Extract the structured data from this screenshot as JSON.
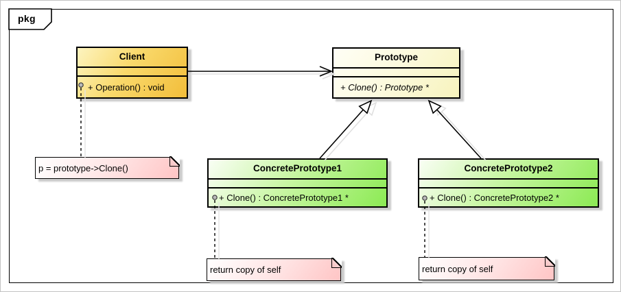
{
  "frame": {
    "label": "pkg"
  },
  "classes": {
    "client": {
      "name": "Client",
      "attributes": [],
      "operations": [
        "+ Operation() : void"
      ]
    },
    "prototype": {
      "name": "Prototype",
      "attributes": [],
      "operations": [
        "+ Clone() : Prototype *"
      ],
      "operation_style": "italic (abstract)"
    },
    "concrete1": {
      "name": "ConcretePrototype1",
      "attributes": [],
      "operations": [
        "+ Clone() : ConcretePrototype1 *"
      ]
    },
    "concrete2": {
      "name": "ConcretePrototype2",
      "attributes": [],
      "operations": [
        "+ Clone() : ConcretePrototype2 *"
      ]
    }
  },
  "notes": {
    "client_note": "p = prototype->Clone()",
    "concrete1_note": "return copy of self",
    "concrete2_note": "return copy of self"
  },
  "relationships": [
    {
      "type": "directed-association",
      "from": "Client",
      "to": "Prototype"
    },
    {
      "type": "generalization",
      "from": "ConcretePrototype1",
      "to": "Prototype"
    },
    {
      "type": "generalization",
      "from": "ConcretePrototype2",
      "to": "Prototype"
    },
    {
      "type": "note-anchor",
      "from": "p = prototype->Clone()",
      "to": "Client.Operation()"
    },
    {
      "type": "note-anchor",
      "from": "return copy of self",
      "to": "ConcretePrototype1.Clone()"
    },
    {
      "type": "note-anchor",
      "from": "return copy of self",
      "to": "ConcretePrototype2.Clone()"
    }
  ],
  "icons": {
    "note_anchor": "pin-icon",
    "generalization_head": "hollow-triangle-arrowhead",
    "association_head": "open-arrowhead"
  },
  "colors": {
    "client_fill": "#f2bd3a",
    "client_light": "#fdf4c0",
    "prototype_fill": "#f7f3bd",
    "prototype_light": "#fffff6",
    "concrete_fill": "#8cea54",
    "concrete_light": "#f9fef4",
    "note_fill": "#ffc5c5",
    "note_light": "#ffffff",
    "line": "#000000",
    "shadow": "#cbcbcb",
    "canvas_border": "#c3c3c3"
  }
}
